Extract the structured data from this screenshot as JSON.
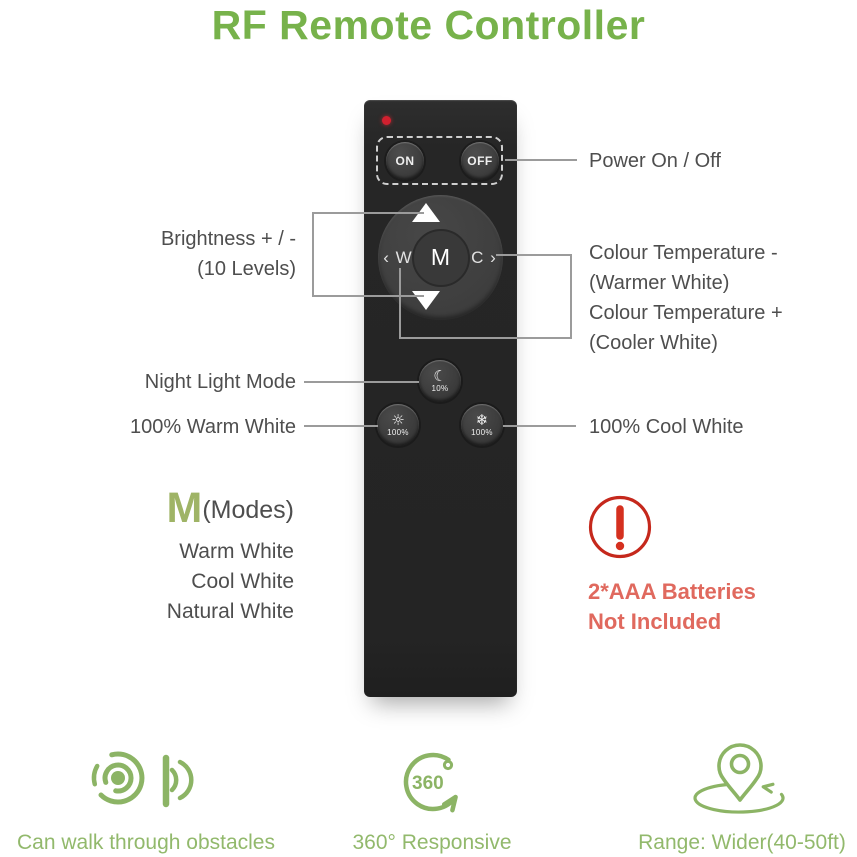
{
  "title": "RF Remote Controller",
  "remote": {
    "power_buttons": {
      "on": "ON",
      "off": "OFF"
    },
    "dpad": {
      "left": "‹ W",
      "right": "C ›",
      "center": "M"
    },
    "mode_buttons": {
      "night": {
        "glyph": "☾",
        "label": "10%"
      },
      "warm": {
        "glyph": "☼",
        "label": "100%"
      },
      "cool": {
        "glyph": "❄",
        "label": "100%"
      }
    }
  },
  "annotations": {
    "power": "Power On / Off",
    "brightness": [
      "Brightness + / -",
      "(10 Levels)"
    ],
    "colour_temp": [
      "Colour Temperature -",
      "(Warmer White)",
      "Colour Temperature +",
      "(Cooler White)"
    ],
    "night": "Night Light Mode",
    "warm": "100% Warm White",
    "cool": "100% Cool White"
  },
  "modes": {
    "m": "M",
    "label": "(Modes)",
    "items": [
      "Warm White",
      "Cool White",
      "Natural White"
    ]
  },
  "battery_note": {
    "line1": "2*AAA Batteries",
    "line2": "Not Included"
  },
  "features": [
    {
      "label": "Can walk through obstacles"
    },
    {
      "label": "360° Responsive",
      "badge": "360"
    },
    {
      "label": "Range: Wider(40-50ft)"
    }
  ],
  "colors": {
    "title_green": "#77b24b",
    "icon_green": "#8cb465",
    "warning_red": "#c5281c",
    "warning_text": "#e0695e",
    "label_gray": "#4e4e4e",
    "line_gray": "#9b9b9b",
    "remote_black": "#262626"
  }
}
